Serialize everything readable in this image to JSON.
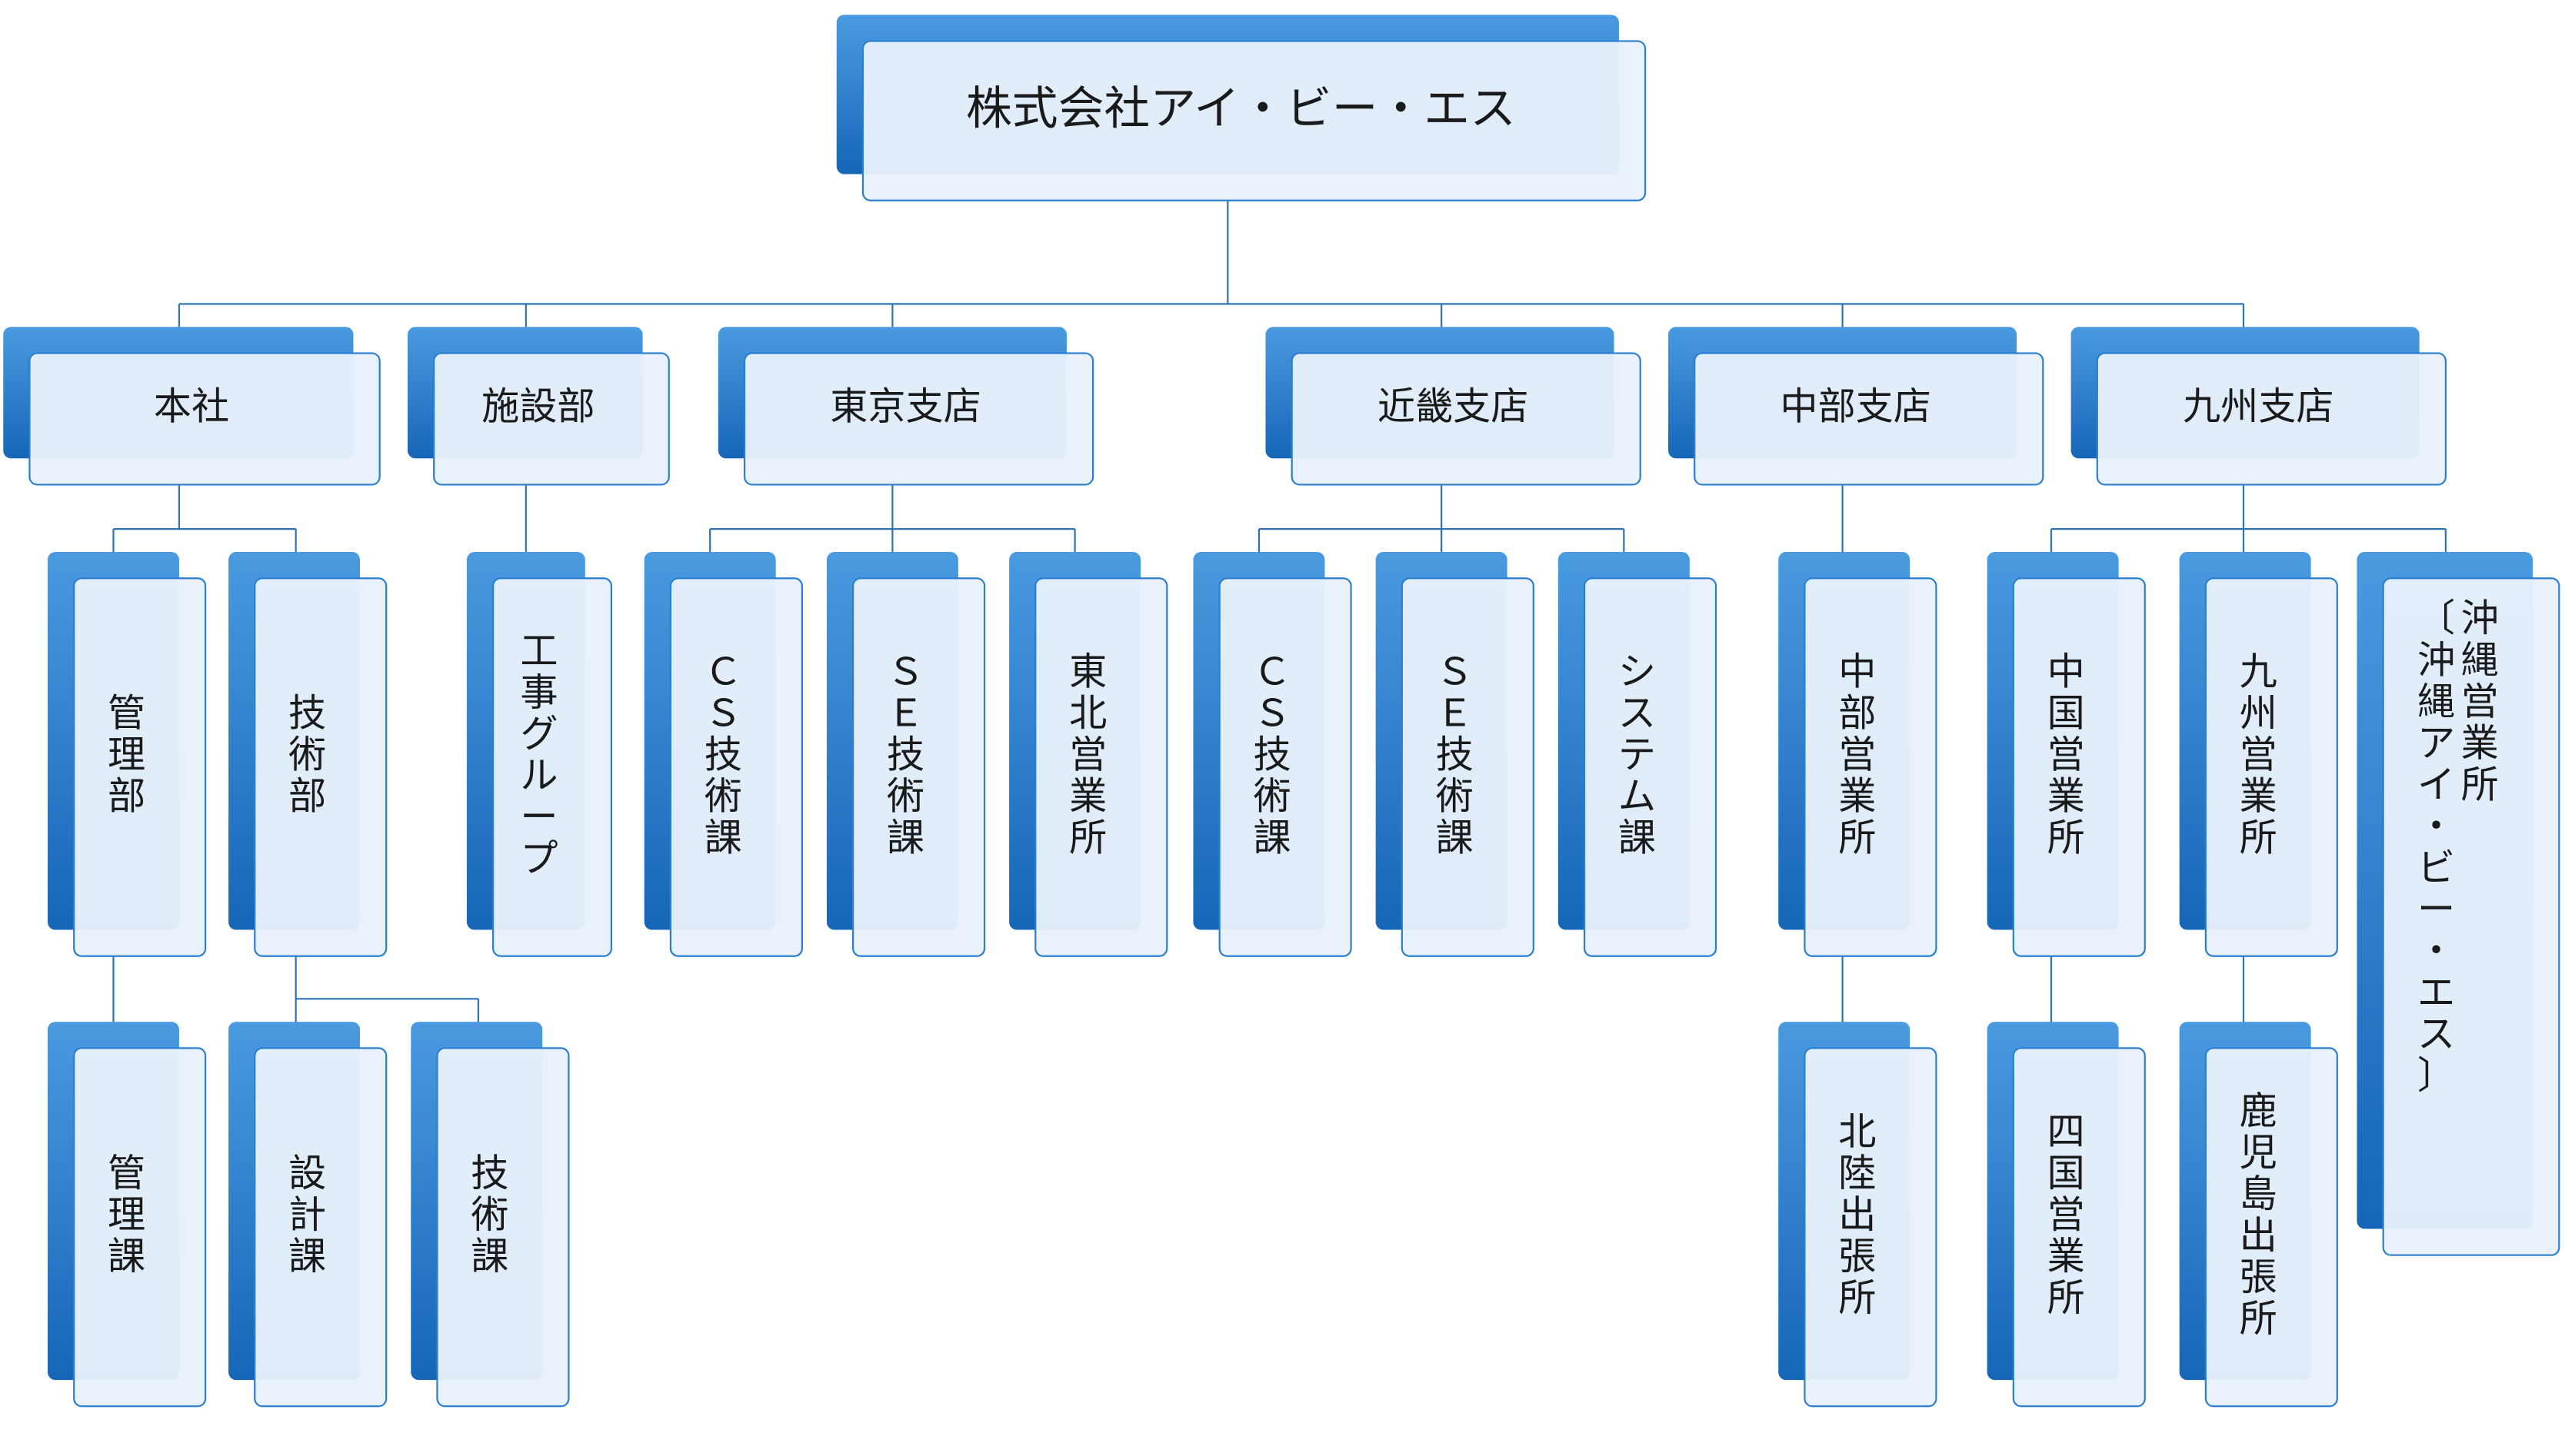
{
  "root": {
    "id": "root",
    "label": "株式会社アイ・ビー・エス"
  },
  "departments": [
    {
      "id": "honsha",
      "label": "本社"
    },
    {
      "id": "shisetsu",
      "label": "施設部"
    },
    {
      "id": "tokyo",
      "label": "東京支店"
    },
    {
      "id": "kinki",
      "label": "近畿支店"
    },
    {
      "id": "chubu",
      "label": "中部支店"
    },
    {
      "id": "kyushu",
      "label": "九州支店"
    }
  ],
  "units": [
    {
      "id": "kanri-bu",
      "label": "管理部"
    },
    {
      "id": "gijutsu-bu",
      "label": "技術部"
    },
    {
      "id": "koji-group",
      "label": "工事グループ"
    },
    {
      "id": "tokyo-cs",
      "label": "ＣＳ技術課"
    },
    {
      "id": "tokyo-se",
      "label": "ＳＥ技術課"
    },
    {
      "id": "tohoku",
      "label": "東北営業所"
    },
    {
      "id": "kinki-cs",
      "label": "ＣＳ技術課"
    },
    {
      "id": "kinki-se",
      "label": "ＳＥ技術課"
    },
    {
      "id": "system",
      "label": "システム課"
    },
    {
      "id": "chubu-eigyo",
      "label": "中部営業所"
    },
    {
      "id": "chugoku",
      "label": "中国営業所"
    },
    {
      "id": "kyushu-eigyo",
      "label": "九州営業所"
    },
    {
      "id": "okinawa",
      "label": "沖縄営業所",
      "sublabel": "〔沖縄アイ・ビー・エス〕"
    },
    {
      "id": "kanri-ka",
      "label": "管理課"
    },
    {
      "id": "sekkei-ka",
      "label": "設計課"
    },
    {
      "id": "gijutsu-ka",
      "label": "技術課"
    },
    {
      "id": "hokuriku",
      "label": "北陸出張所"
    },
    {
      "id": "shikoku",
      "label": "四国営業所"
    },
    {
      "id": "kagoshima",
      "label": "鹿児島出張所"
    }
  ],
  "colors": {
    "accent": "#2b7fd0",
    "box_fill": "#e8f1fa",
    "line": "#2d72b5",
    "text": "#1a1a1a"
  }
}
